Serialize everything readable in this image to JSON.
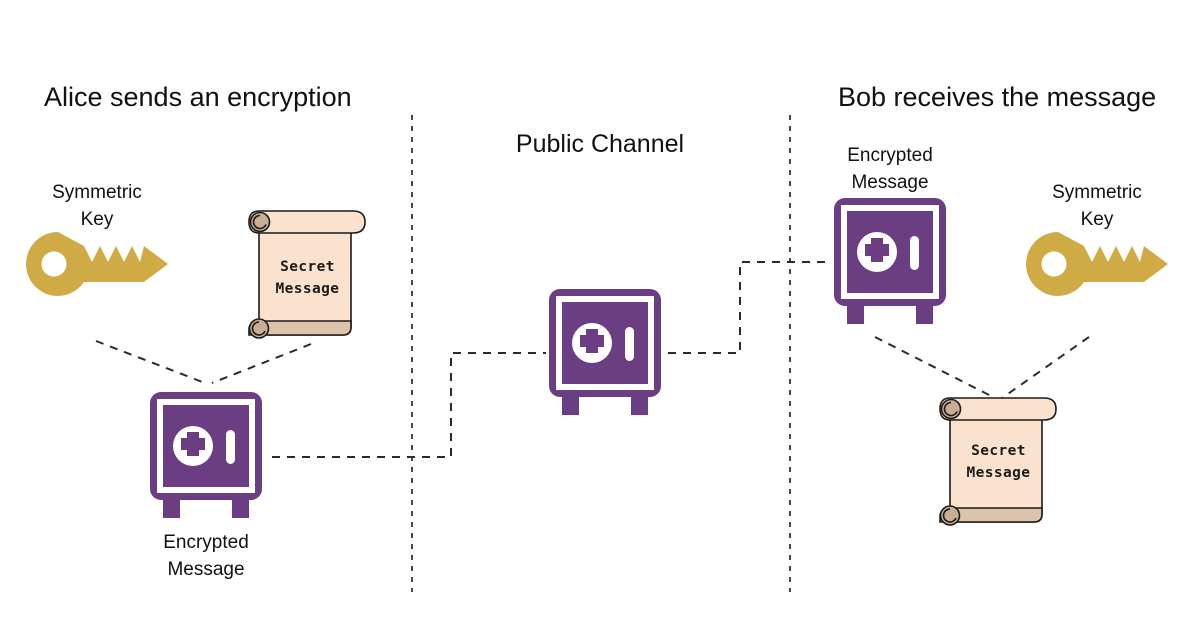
{
  "diagram": {
    "title_left": "Alice sends an encryption",
    "title_right": "Bob receives the message",
    "channel_label": "Public Channel",
    "colors": {
      "key_gold": "#D0AB45",
      "safe_purple": "#6B3E84",
      "scroll_parchment": "#FAE2CF",
      "scroll_roll": "#C9AE96",
      "scroll_outline": "#1b1b1b",
      "line_dashed": "#3a3a3a",
      "text": "#111111",
      "background": "#FFFFFF"
    },
    "left_panel": {
      "key_label": "Symmetric\nKey",
      "key_icon": "key-icon",
      "scroll_label": "Secret\nMessage",
      "scroll_icon": "scroll-icon",
      "safe_icon": "safe-icon",
      "safe_label": "Encrypted\nMessage"
    },
    "center_panel": {
      "safe_icon": "safe-icon"
    },
    "right_panel": {
      "safe_icon": "safe-icon",
      "safe_label": "Encrypted\nMessage",
      "key_label": "Symmetric\nKey",
      "key_icon": "key-icon",
      "scroll_label": "Secret\nMessage",
      "scroll_icon": "scroll-icon"
    },
    "dividers": [
      {
        "name": "divider-left",
        "orientation": "vertical"
      },
      {
        "name": "divider-right",
        "orientation": "vertical"
      }
    ],
    "flow": [
      {
        "name": "flow-alice-to-channel",
        "style": "dashed-stepped"
      },
      {
        "name": "flow-channel-to-bob",
        "style": "dashed-stepped"
      },
      {
        "name": "flow-key-scroll-to-safe",
        "style": "dashed-converging"
      },
      {
        "name": "flow-safe-key-to-scroll",
        "style": "dashed-diverging"
      }
    ]
  }
}
